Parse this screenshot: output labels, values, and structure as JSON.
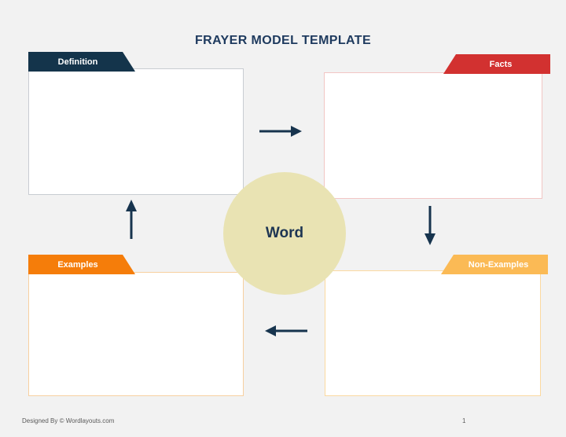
{
  "page": {
    "title": "FRAYER MODEL TEMPLATE",
    "footer": {
      "credit": "Designed By © Wordlayouts.com",
      "page_number": "1"
    }
  },
  "diagram": {
    "center": {
      "word": "Word",
      "circle_fill": "#e9e3b3",
      "text_color": "#1d3553"
    },
    "quadrants": [
      {
        "position": "top-left",
        "label": "Definition",
        "tab_color": "#14344b",
        "border_color": "#c8ccd2",
        "content": ""
      },
      {
        "position": "top-right",
        "label": "Facts",
        "tab_color": "#d23130",
        "border_color": "#f2c6c4",
        "content": ""
      },
      {
        "position": "bottom-left",
        "label": "Examples",
        "tab_color": "#f57d0a",
        "border_color": "#f7d0a0",
        "content": ""
      },
      {
        "position": "bottom-right",
        "label": "Non-Examples",
        "tab_color": "#fbba55",
        "border_color": "#fbd9a0",
        "content": ""
      }
    ],
    "arrows": [
      {
        "direction": "right",
        "from": "Definition",
        "to": "Facts"
      },
      {
        "direction": "down",
        "from": "Facts",
        "to": "Non-Examples"
      },
      {
        "direction": "left",
        "from": "Non-Examples",
        "to": "Examples"
      },
      {
        "direction": "up",
        "from": "Examples",
        "to": "Definition"
      }
    ],
    "colors": {
      "background": "#f2f2f2",
      "navy": "#17344e",
      "title_text": "#1e3a5e"
    }
  }
}
